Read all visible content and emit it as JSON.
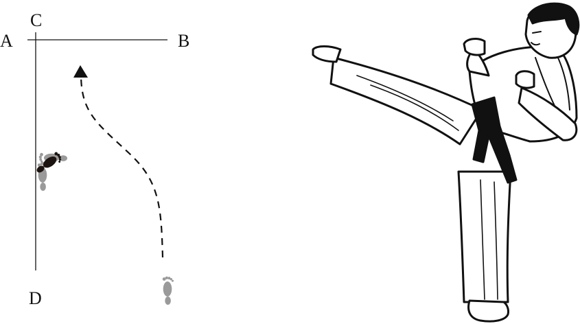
{
  "diagram": {
    "labels": {
      "a": "A",
      "b": "B",
      "c": "C",
      "d": "D"
    },
    "icons": [
      "footprint-icon",
      "arrowhead-icon",
      "karate-figure-icon"
    ],
    "colors": {
      "line": "#111111",
      "footprint_dark": "#1c1410",
      "footprint_gray": "#9a9a9a",
      "figure_fill": "#ffffff",
      "belt": "#111111"
    }
  }
}
